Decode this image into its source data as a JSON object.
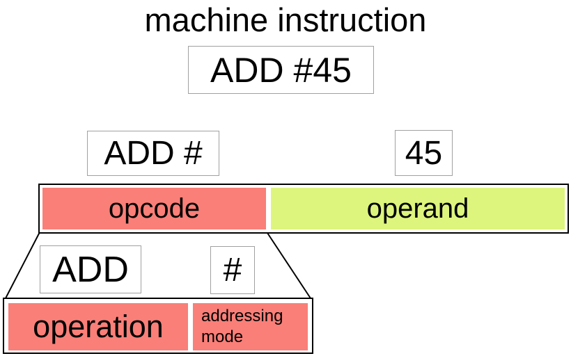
{
  "title": "machine instruction",
  "instruction": {
    "text": "ADD #45"
  },
  "decomposition": {
    "opcode_value": "ADD #",
    "operand_value": "45",
    "opcode_label": "opcode",
    "operand_label": "operand"
  },
  "opcode_breakdown": {
    "operation_value": "ADD",
    "addressing_value": "#",
    "operation_label": "operation",
    "addressing_label": "addressing mode"
  },
  "colors": {
    "opcode_fill": "#f97f78",
    "operand_fill": "#ddf57d",
    "value_box_border": "#a0a0a0",
    "bar_border": "#000000"
  }
}
